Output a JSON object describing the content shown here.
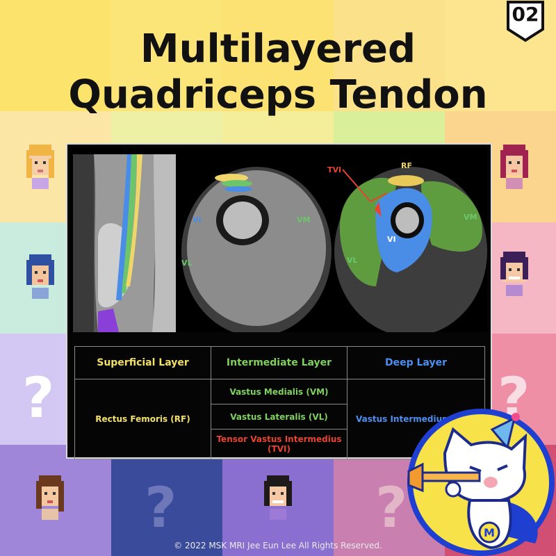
{
  "badge": "02",
  "title": {
    "line1": "Multilayered",
    "line2": "Quadriceps Tendon"
  },
  "image_labels": {
    "tvi": "TVI",
    "rf": "RF",
    "vi_left": "VI",
    "vm_left": "VM",
    "vl_left": "VL",
    "vi_right": "VI",
    "vm_right": "VM",
    "vl_right": "VL"
  },
  "table": {
    "headers": [
      "Superficial Layer",
      "Intermediate Layer",
      "Deep Layer"
    ],
    "superficial": "Rectus Femoris (RF)",
    "intermediate": [
      "Vastus Medialis (VM)",
      "Vastus Lateralis (VL)",
      "Tensor Vastus Intermedius (TVI)"
    ],
    "deep": "Vastus Intermedius (VI)"
  },
  "question_marks": [
    "?",
    "?",
    "?",
    "?"
  ],
  "cat_badge_letter": "M",
  "footer": "© 2022 MSK MRI Jee Eun Lee All Rights Reserved.",
  "colors": {
    "superficial": "#f3e06a",
    "intermediate": "#7fd15f",
    "deep": "#4c8ff0",
    "tvi": "#e8432e"
  }
}
